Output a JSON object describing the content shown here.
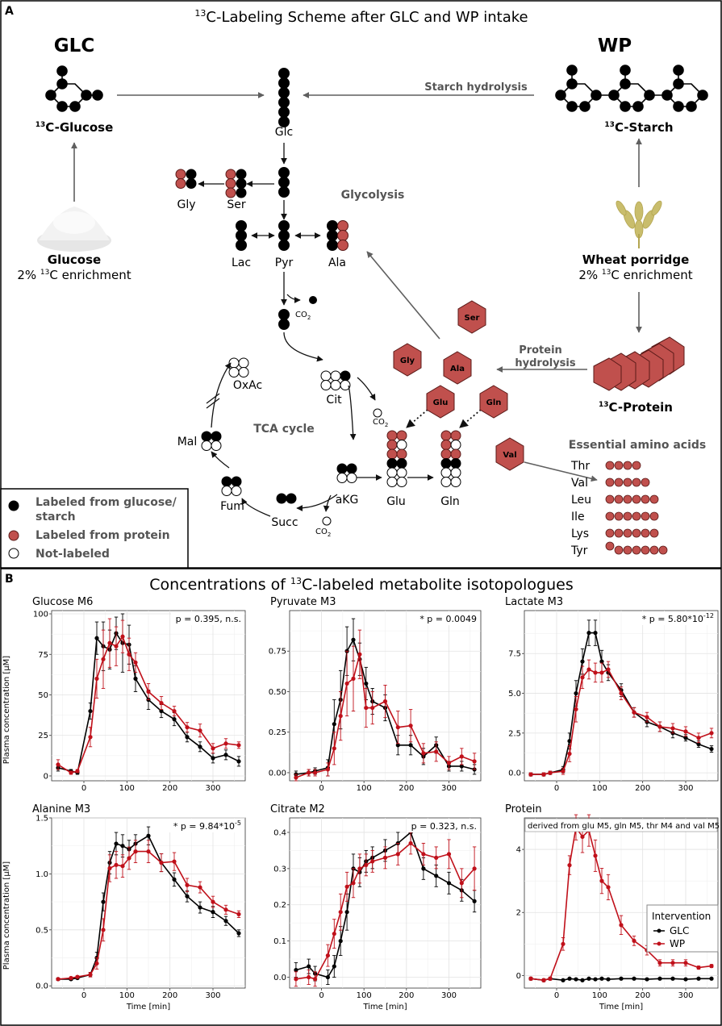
{
  "panel_a": {
    "letter": "A",
    "title_sup": "13",
    "title_rest": "C-Labeling Scheme after GLC and WP intake",
    "glc": {
      "heading": "GLC",
      "sup": "13",
      "compound": "C-Glucose",
      "source": "Glucose",
      "enrich_pre": "2% ",
      "enrich_post": "C enrichment"
    },
    "wp": {
      "heading": "WP",
      "starch": "C-Starch",
      "source": "Wheat porridge",
      "enrich_pre": "2% ",
      "enrich_post": "C enrichment",
      "protein": "C-Protein"
    },
    "labels": {
      "starch_hydrolysis": "Starch hydrolysis",
      "glycolysis": "Glycolysis",
      "protein_hydrolysis_1": "Protein",
      "protein_hydrolysis_2": "hydrolysis",
      "tca": "TCA cycle",
      "essential": "Essential amino acids"
    },
    "metabolites": {
      "glc": "Glc",
      "gly": "Gly",
      "ser": "Ser",
      "lac": "Lac",
      "pyr": "Pyr",
      "ala": "Ala",
      "co2": "CO",
      "co2_sub": "2",
      "oxac": "OxAc",
      "cit": "Cit",
      "mal": "Mal",
      "fum": "Fum",
      "succ": "Succ",
      "akg": "aKG",
      "glu": "Glu",
      "gln": "Gln"
    },
    "hexagons": {
      "ser": "Ser",
      "gly": "Gly",
      "ala": "Ala",
      "glu": "Glu",
      "gln": "Gln",
      "val": "Val"
    },
    "essential_aa": [
      "Thr",
      "Val",
      "Leu",
      "Ile",
      "Lys",
      "Tyr"
    ],
    "legend": {
      "labeled_glc_1": "Labeled from glucose/",
      "labeled_glc_2": "starch",
      "labeled_protein": "Labeled from protein",
      "not_labeled": "Not-labeled"
    },
    "colors": {
      "glucose": "#000000",
      "protein": "#c0504d",
      "unlabeled": "#ffffff",
      "arrow_grey": "#5f5f5f"
    }
  },
  "panel_b": {
    "letter": "B",
    "title_pre": "Concentrations of ",
    "title_sup": "13",
    "title_post": "C-labeled metabolite isotopologues",
    "y_label": "Plasma concentration [µM]",
    "x_label": "Time [min]",
    "legend_title": "Intervention",
    "legend_items": [
      "GLC",
      "WP"
    ],
    "colors": {
      "GLC": "#000000",
      "WP": "#c0101a"
    }
  },
  "chart_data": [
    {
      "type": "line",
      "title": "Glucose M6",
      "annotation": "p = 0.395, n.s.",
      "xlabel": "",
      "ylabel": "Plasma concentration [µM]",
      "xlim": [
        -75,
        375
      ],
      "ylim": [
        -3,
        102
      ],
      "x_ticks": [
        0,
        100,
        200,
        300
      ],
      "x_tick_labels": [
        "0",
        "100",
        "200",
        "300"
      ],
      "y_ticks": [
        0,
        25,
        50,
        75,
        100
      ],
      "y_tick_labels": [
        "0",
        "25",
        "50",
        "75",
        "100"
      ],
      "series": [
        {
          "name": "GLC",
          "x": [
            -60,
            -30,
            -15,
            15,
            30,
            45,
            60,
            75,
            90,
            105,
            120,
            150,
            180,
            210,
            240,
            270,
            300,
            330,
            360
          ],
          "y": [
            5,
            3,
            2,
            40,
            85,
            80,
            78,
            88,
            82,
            81,
            60,
            47,
            40,
            35,
            24,
            18,
            11,
            13,
            9
          ],
          "err": [
            2,
            1,
            1,
            5,
            10,
            15,
            12,
            10,
            18,
            12,
            8,
            6,
            4,
            4,
            3,
            3,
            3,
            3,
            3
          ]
        },
        {
          "name": "WP",
          "x": [
            -60,
            -30,
            -15,
            15,
            30,
            45,
            60,
            75,
            90,
            105,
            120,
            150,
            180,
            210,
            240,
            270,
            300,
            330,
            360
          ],
          "y": [
            7,
            2,
            3,
            24,
            60,
            72,
            82,
            80,
            86,
            75,
            70,
            52,
            45,
            40,
            30,
            28,
            17,
            20,
            19
          ],
          "err": [
            3,
            1,
            1,
            6,
            12,
            18,
            15,
            12,
            10,
            10,
            6,
            5,
            4,
            3,
            3,
            4,
            3,
            3,
            2
          ]
        }
      ]
    },
    {
      "type": "line",
      "title": "Pyruvate M3",
      "annotation": "* p = 0.0049",
      "xlabel": "",
      "ylabel": "",
      "xlim": [
        -75,
        375
      ],
      "ylim": [
        -0.05,
        1.0
      ],
      "x_ticks": [
        0,
        100,
        200,
        300
      ],
      "x_tick_labels": [
        "0",
        "100",
        "200",
        "300"
      ],
      "y_ticks": [
        0,
        0.25,
        0.5,
        0.75
      ],
      "y_tick_labels": [
        "0.00",
        "0.25",
        "0.50",
        "0.75"
      ],
      "series": [
        {
          "name": "GLC",
          "x": [
            -60,
            -30,
            -15,
            15,
            30,
            45,
            60,
            75,
            90,
            105,
            120,
            150,
            180,
            210,
            240,
            270,
            300,
            330,
            360
          ],
          "y": [
            -0.01,
            0,
            0.01,
            0.03,
            0.3,
            0.45,
            0.75,
            0.82,
            0.7,
            0.55,
            0.44,
            0.4,
            0.17,
            0.17,
            0.1,
            0.17,
            0.04,
            0.04,
            0.02
          ],
          "err": [
            0.02,
            0.02,
            0.02,
            0.05,
            0.15,
            0.18,
            0.15,
            0.13,
            0.1,
            0.1,
            0.08,
            0.08,
            0.06,
            0.06,
            0.05,
            0.05,
            0.03,
            0.03,
            0.03
          ]
        },
        {
          "name": "WP",
          "x": [
            -60,
            -30,
            -15,
            15,
            30,
            45,
            60,
            75,
            90,
            105,
            120,
            150,
            180,
            210,
            240,
            270,
            300,
            330,
            360
          ],
          "y": [
            -0.03,
            0,
            0,
            0.02,
            0.15,
            0.35,
            0.55,
            0.58,
            0.73,
            0.4,
            0.4,
            0.44,
            0.28,
            0.29,
            0.12,
            0.13,
            0.06,
            0.1,
            0.07
          ],
          "err": [
            0.02,
            0.02,
            0.02,
            0.04,
            0.1,
            0.15,
            0.2,
            0.2,
            0.15,
            0.12,
            0.1,
            0.1,
            0.1,
            0.1,
            0.06,
            0.06,
            0.04,
            0.05,
            0.05
          ]
        }
      ]
    },
    {
      "type": "line",
      "title": "Lactate M3",
      "annotation": "* p = 5.80*10",
      "annotation_sup": "-12",
      "xlabel": "",
      "ylabel": "",
      "xlim": [
        -75,
        375
      ],
      "ylim": [
        -0.5,
        10.2
      ],
      "x_ticks": [
        0,
        100,
        200,
        300
      ],
      "x_tick_labels": [
        "0",
        "100",
        "200",
        "300"
      ],
      "y_ticks": [
        0,
        2.5,
        5,
        7.5
      ],
      "y_tick_labels": [
        "0.0",
        "2.5",
        "5.0",
        "7.5"
      ],
      "series": [
        {
          "name": "GLC",
          "x": [
            -60,
            -30,
            -15,
            15,
            30,
            45,
            60,
            75,
            90,
            105,
            120,
            150,
            180,
            210,
            240,
            270,
            300,
            330,
            360
          ],
          "y": [
            -0.1,
            -0.1,
            0,
            0.2,
            2.0,
            5.0,
            7.0,
            8.8,
            8.8,
            7.0,
            6.3,
            5.2,
            3.8,
            3.2,
            2.9,
            2.5,
            2.2,
            1.8,
            1.5
          ],
          "err": [
            0.1,
            0.1,
            0.1,
            0.2,
            0.5,
            0.8,
            0.8,
            0.8,
            0.8,
            0.7,
            0.5,
            0.4,
            0.3,
            0.3,
            0.3,
            0.3,
            0.2,
            0.2,
            0.2
          ]
        },
        {
          "name": "WP",
          "x": [
            -60,
            -30,
            -15,
            15,
            30,
            45,
            60,
            75,
            90,
            105,
            120,
            150,
            180,
            210,
            240,
            270,
            300,
            330,
            360
          ],
          "y": [
            -0.1,
            -0.1,
            0,
            0.1,
            1.2,
            4.0,
            6.0,
            6.5,
            6.3,
            6.3,
            6.5,
            5.0,
            3.8,
            3.5,
            2.9,
            2.8,
            2.6,
            2.2,
            2.5
          ],
          "err": [
            0.1,
            0.1,
            0.1,
            0.2,
            0.5,
            0.8,
            0.7,
            0.6,
            0.6,
            0.6,
            0.5,
            0.4,
            0.3,
            0.3,
            0.3,
            0.3,
            0.3,
            0.3,
            0.3
          ]
        }
      ]
    },
    {
      "type": "line",
      "title": "Alanine M3",
      "annotation": "* p = 9.84*10",
      "annotation_sup": "-5",
      "xlabel": "Time [min]",
      "ylabel": "Plasma concentration [µM]",
      "xlim": [
        -75,
        375
      ],
      "ylim": [
        -0.02,
        1.5
      ],
      "x_ticks": [
        0,
        100,
        200,
        300
      ],
      "x_tick_labels": [
        "0",
        "100",
        "200",
        "300"
      ],
      "y_ticks": [
        0,
        0.5,
        1.0,
        1.5
      ],
      "y_tick_labels": [
        "0.0",
        "0.5",
        "1.0",
        "1.5"
      ],
      "series": [
        {
          "name": "GLC",
          "x": [
            -60,
            -30,
            -15,
            15,
            30,
            45,
            60,
            75,
            90,
            105,
            120,
            150,
            180,
            210,
            240,
            270,
            300,
            330,
            360
          ],
          "y": [
            0.06,
            0.06,
            0.07,
            0.1,
            0.25,
            0.75,
            1.1,
            1.27,
            1.25,
            1.22,
            1.27,
            1.34,
            1.1,
            0.95,
            0.8,
            0.7,
            0.66,
            0.58,
            0.47
          ],
          "err": [
            0.01,
            0.01,
            0.01,
            0.02,
            0.05,
            0.08,
            0.1,
            0.1,
            0.1,
            0.08,
            0.08,
            0.08,
            0.08,
            0.06,
            0.05,
            0.05,
            0.05,
            0.04,
            0.03
          ]
        },
        {
          "name": "WP",
          "x": [
            -60,
            -30,
            -15,
            15,
            30,
            45,
            60,
            75,
            90,
            105,
            120,
            150,
            180,
            210,
            240,
            270,
            300,
            330,
            360
          ],
          "y": [
            0.06,
            0.07,
            0.08,
            0.1,
            0.2,
            0.5,
            1.05,
            1.08,
            1.07,
            1.14,
            1.2,
            1.2,
            1.1,
            1.11,
            0.9,
            0.88,
            0.75,
            0.68,
            0.64
          ],
          "err": [
            0.01,
            0.01,
            0.01,
            0.02,
            0.05,
            0.1,
            0.12,
            0.12,
            0.1,
            0.1,
            0.1,
            0.1,
            0.08,
            0.08,
            0.06,
            0.05,
            0.05,
            0.04,
            0.03
          ]
        }
      ]
    },
    {
      "type": "line",
      "title": "Citrate M2",
      "annotation": "p = 0.323, n.s.",
      "xlabel": "Time [min]",
      "ylabel": "",
      "xlim": [
        -75,
        375
      ],
      "ylim": [
        -0.03,
        0.44
      ],
      "x_ticks": [
        0,
        100,
        200,
        300
      ],
      "x_tick_labels": [
        "0",
        "100",
        "200",
        "300"
      ],
      "y_ticks": [
        0,
        0.1,
        0.2,
        0.3,
        0.4
      ],
      "y_tick_labels": [
        "0.0",
        "0.1",
        "0.2",
        "0.3",
        "0.4"
      ],
      "series": [
        {
          "name": "GLC",
          "x": [
            -60,
            -30,
            -15,
            15,
            30,
            45,
            60,
            75,
            90,
            105,
            120,
            150,
            180,
            210,
            240,
            270,
            300,
            330,
            360
          ],
          "y": [
            0.02,
            0.03,
            0.01,
            0.0,
            0.03,
            0.1,
            0.18,
            0.3,
            0.29,
            0.32,
            0.33,
            0.35,
            0.37,
            0.4,
            0.3,
            0.28,
            0.26,
            0.24,
            0.21
          ],
          "err": [
            0.02,
            0.02,
            0.02,
            0.02,
            0.03,
            0.04,
            0.05,
            0.04,
            0.04,
            0.03,
            0.03,
            0.03,
            0.03,
            0.03,
            0.03,
            0.03,
            0.03,
            0.03,
            0.03
          ]
        },
        {
          "name": "WP",
          "x": [
            -60,
            -30,
            -15,
            15,
            30,
            45,
            60,
            75,
            90,
            105,
            120,
            150,
            180,
            210,
            240,
            270,
            300,
            330,
            360
          ],
          "y": [
            -0.005,
            0.0,
            -0.005,
            0.06,
            0.12,
            0.18,
            0.25,
            0.26,
            0.3,
            0.31,
            0.32,
            0.33,
            0.34,
            0.37,
            0.34,
            0.33,
            0.34,
            0.26,
            0.3
          ],
          "err": [
            0.02,
            0.02,
            0.02,
            0.03,
            0.04,
            0.05,
            0.04,
            0.04,
            0.04,
            0.03,
            0.03,
            0.03,
            0.03,
            0.03,
            0.03,
            0.03,
            0.04,
            0.04,
            0.06
          ]
        }
      ]
    },
    {
      "type": "line",
      "title": "Protein",
      "annotation": "derived from glu M5, gln M5, thr M4 and val M5",
      "xlabel": "Time [min]",
      "ylabel": "",
      "xlim": [
        -75,
        375
      ],
      "ylim": [
        -0.4,
        5.0
      ],
      "x_ticks": [
        0,
        100,
        200,
        300
      ],
      "x_tick_labels": [
        "0",
        "100",
        "200",
        "300"
      ],
      "y_ticks": [
        0,
        2,
        4
      ],
      "y_tick_labels": [
        "0",
        "2",
        "4"
      ],
      "series": [
        {
          "name": "GLC",
          "x": [
            -60,
            -30,
            -15,
            15,
            30,
            45,
            60,
            75,
            90,
            105,
            120,
            150,
            180,
            210,
            240,
            270,
            300,
            330,
            360
          ],
          "y": [
            -0.1,
            -0.15,
            -0.1,
            -0.15,
            -0.1,
            -0.12,
            -0.15,
            -0.1,
            -0.12,
            -0.1,
            -0.12,
            -0.1,
            -0.1,
            -0.12,
            -0.1,
            -0.1,
            -0.12,
            -0.1,
            -0.1
          ],
          "err": [
            0.03,
            0.03,
            0.03,
            0.03,
            0.03,
            0.03,
            0.03,
            0.03,
            0.03,
            0.03,
            0.03,
            0.03,
            0.03,
            0.03,
            0.03,
            0.03,
            0.03,
            0.03,
            0.03
          ]
        },
        {
          "name": "WP",
          "x": [
            -60,
            -30,
            -15,
            15,
            30,
            45,
            60,
            75,
            90,
            105,
            120,
            150,
            180,
            210,
            240,
            270,
            300,
            330,
            360
          ],
          "y": [
            -0.1,
            -0.15,
            -0.1,
            1.0,
            3.5,
            4.7,
            4.4,
            4.6,
            3.8,
            3.0,
            2.8,
            1.6,
            1.1,
            0.8,
            0.4,
            0.4,
            0.4,
            0.25,
            0.3
          ],
          "err": [
            0.05,
            0.05,
            0.05,
            0.2,
            0.3,
            0.4,
            0.5,
            0.5,
            0.5,
            0.4,
            0.4,
            0.3,
            0.15,
            0.15,
            0.1,
            0.1,
            0.1,
            0.05,
            0.05
          ]
        }
      ]
    }
  ]
}
